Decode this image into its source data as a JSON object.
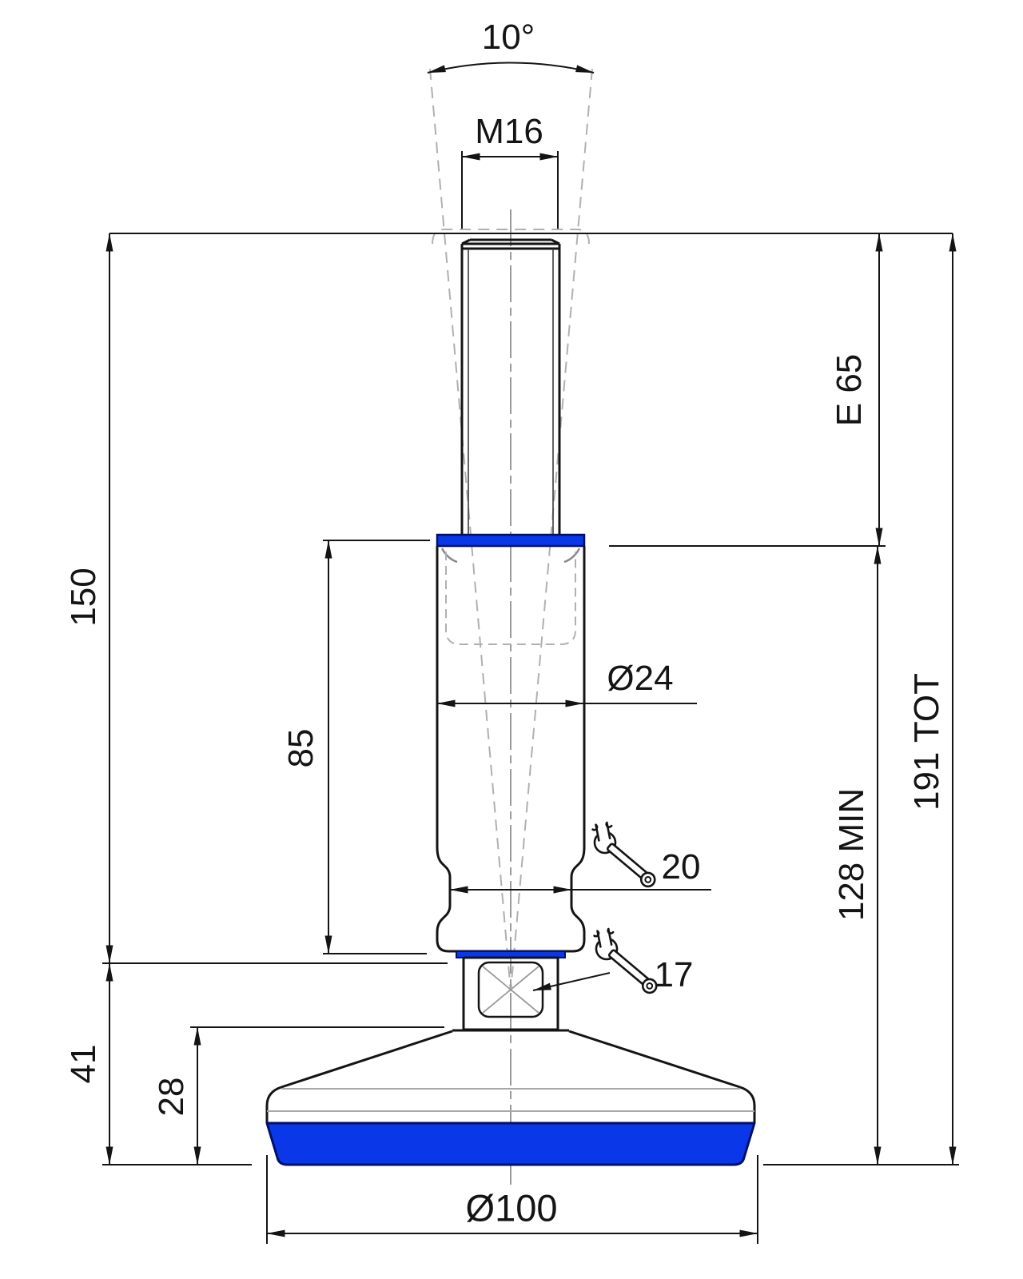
{
  "drawing_title": "Adjustable levelling foot - dimensioned side view",
  "dims": {
    "tilt_angle": "10°",
    "thread": "M16",
    "thread_length": "E 65",
    "spindle_length": "150",
    "body_length": "85",
    "body_diameter": "Ø24",
    "wrench_flat_body": "20",
    "wrench_flat_ball": "17",
    "total_height": "191 TOT",
    "min_height": "128 MIN",
    "foot_height": "41",
    "base_height": "28",
    "base_diameter": "Ø100"
  },
  "icons": {
    "wrench": "open-end-wrench-icon"
  },
  "colors": {
    "pad_blue": "#0a38e8",
    "outline_navy": "#001065",
    "line_black": "#141414",
    "detail_gray": "#9a9a9a",
    "dash_gray": "#b0b0b0",
    "background": "#ffffff"
  }
}
